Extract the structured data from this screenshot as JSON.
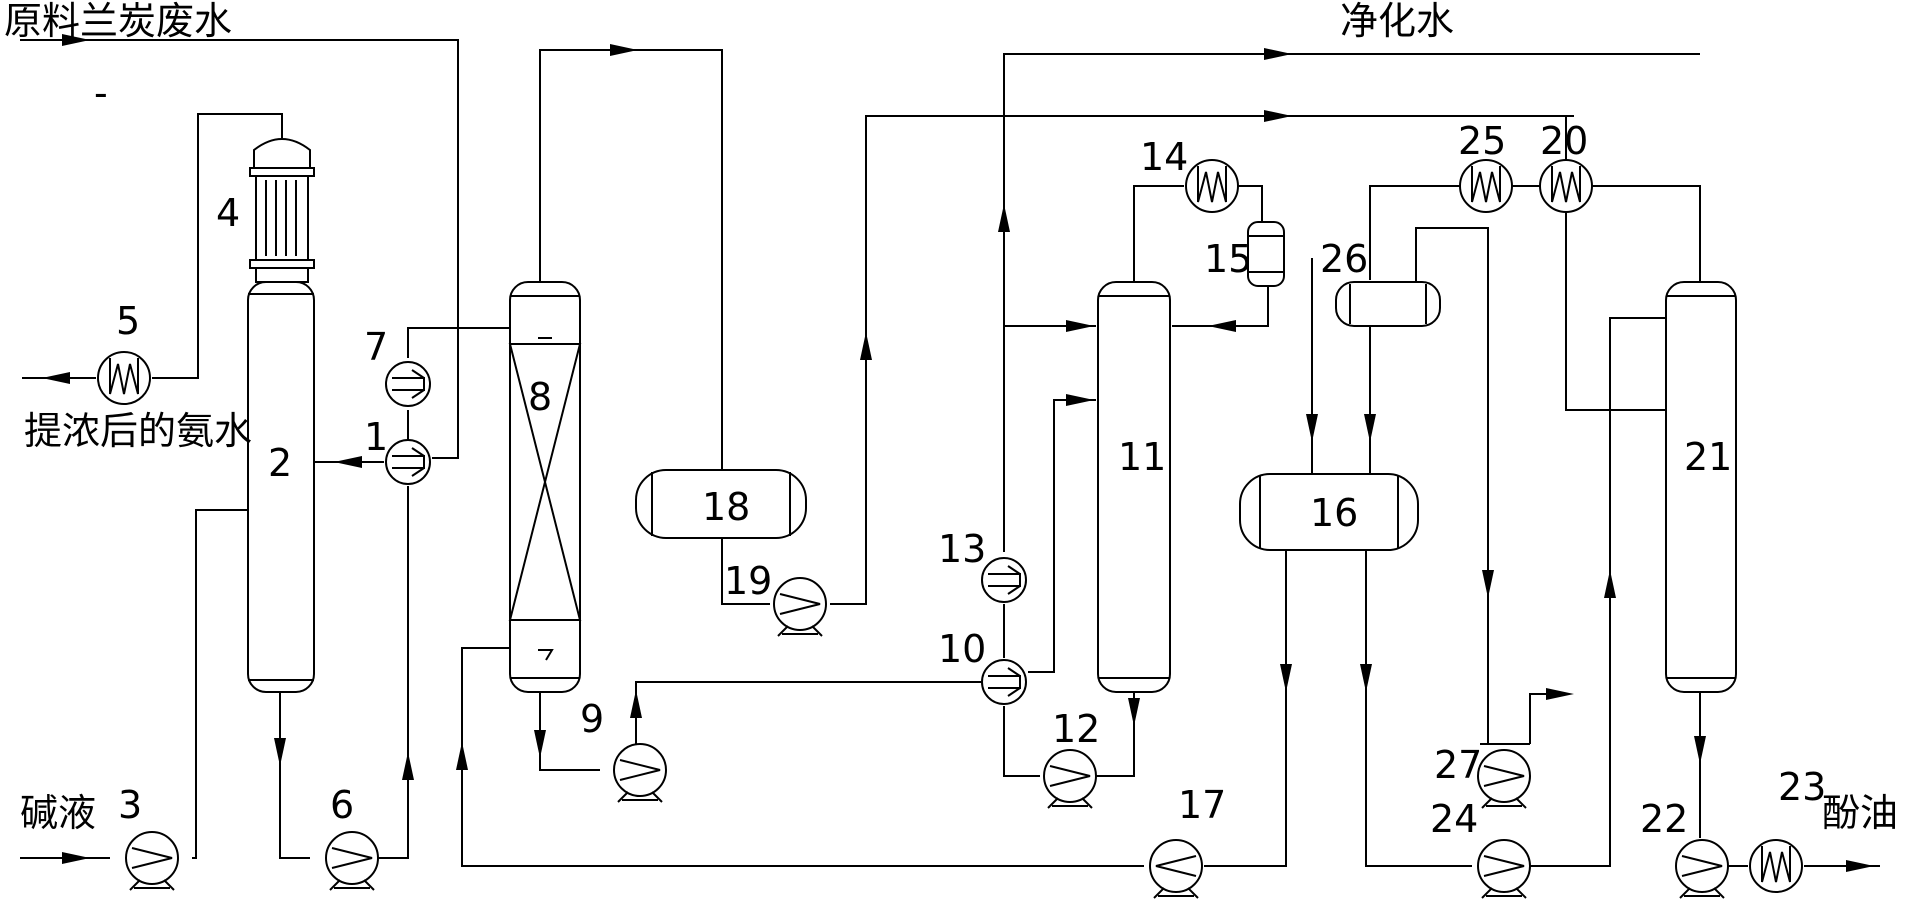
{
  "streams": {
    "raw_wastewater": "原料兰炭废水",
    "purified_water": "净化水",
    "concentrated_ammonia": "提浓后的氨水",
    "caustic": "碱液",
    "phenol_oil": "酚油",
    "dash_mark": "-"
  },
  "equipment": [
    {
      "id": "1"
    },
    {
      "id": "2"
    },
    {
      "id": "3"
    },
    {
      "id": "4"
    },
    {
      "id": "5"
    },
    {
      "id": "6"
    },
    {
      "id": "7"
    },
    {
      "id": "8"
    },
    {
      "id": "9"
    },
    {
      "id": "10"
    },
    {
      "id": "11"
    },
    {
      "id": "12"
    },
    {
      "id": "13"
    },
    {
      "id": "14"
    },
    {
      "id": "15"
    },
    {
      "id": "16"
    },
    {
      "id": "17"
    },
    {
      "id": "18"
    },
    {
      "id": "19"
    },
    {
      "id": "20"
    },
    {
      "id": "21"
    },
    {
      "id": "22"
    },
    {
      "id": "23"
    },
    {
      "id": "24"
    },
    {
      "id": "25"
    },
    {
      "id": "26"
    },
    {
      "id": "27"
    }
  ]
}
